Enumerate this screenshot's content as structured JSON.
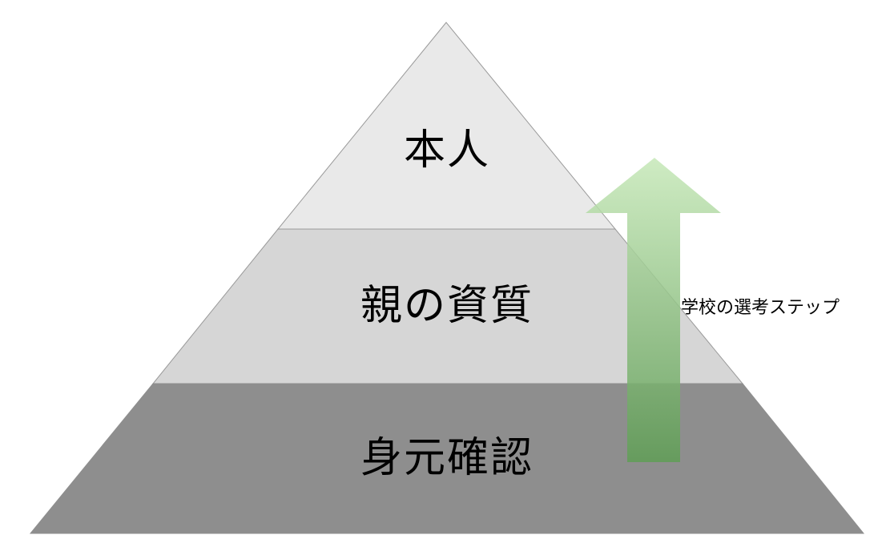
{
  "pyramid": {
    "tiers": [
      {
        "label": "本人",
        "color": "#e9e9e9"
      },
      {
        "label": "親の資質",
        "color": "#d6d6d6"
      },
      {
        "label": "身元確認",
        "color": "#8e8e8e"
      }
    ],
    "outline_color": "#9a9a9a"
  },
  "arrow": {
    "label": "学校の選考ステップ",
    "direction": "up",
    "color_top": "#c6e8b8",
    "color_bottom": "#5f9e55"
  }
}
